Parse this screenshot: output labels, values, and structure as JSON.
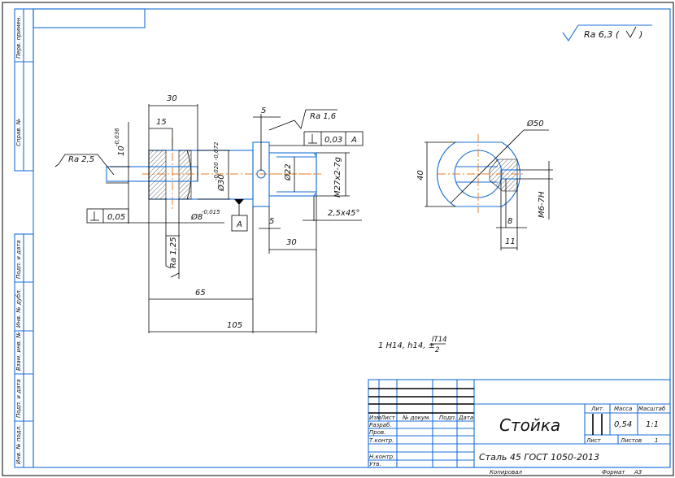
{
  "frame": {
    "side_labels": [
      "Перв. примен.",
      "Справ. №",
      "Подп. и дата",
      "Инв. № дубл.",
      "Взам. инв. №",
      "Подп. и дата",
      "Инв. № подл."
    ]
  },
  "roughness_general": {
    "text": "Ra 6,3 (",
    "tail": ")"
  },
  "main_view": {
    "dims": {
      "d30_top": "30",
      "d15": "15",
      "d5_top": "5",
      "ra16": "Ra 1,6",
      "tol_perp_top_value": "0,03",
      "tol_perp_top_datum": "A",
      "ra25": "Ra 2,5",
      "d10": "10",
      "d10_tol": "-0,036",
      "d30_dia": "Ø30",
      "d30_dia_tol": "-0,020 -0,072",
      "d22": "Ø22",
      "m27": "M27x2-7g",
      "tol_perp_left_value": "0,05",
      "d8": "Ø8",
      "d8_tol": "-0,015",
      "datum": "A",
      "d5_bottom": "5",
      "chamfer": "2,5x45°",
      "d30_bottom": "30",
      "ra125": "Ra 1,25",
      "d65": "65",
      "d105": "105"
    }
  },
  "side_view": {
    "dims": {
      "d50": "Ø50",
      "d40": "40",
      "m6": "M6-7H",
      "d8": "8",
      "d11": "11"
    }
  },
  "note": {
    "text": "1 H14, h14, ±",
    "num": "IT14",
    "den": "2"
  },
  "title_block": {
    "headers": [
      "Изм",
      "Лист",
      "№ докум.",
      "Подп.",
      "Дата"
    ],
    "roles": [
      "Разраб.",
      "Пров.",
      "Т.контр.",
      "",
      "Н.контр.",
      "Утв."
    ],
    "name": "Стойка",
    "material": "Сталь 45 ГОСТ 1050-2013",
    "lit_label": "Лит.",
    "mass_label": "Масса",
    "scale_label": "Масштаб",
    "mass": "0,54",
    "scale": "1:1",
    "sheet_label": "Лист",
    "sheets_label": "Листов",
    "sheets": "1",
    "copied": "Копировал",
    "format_label": "Формат",
    "format": "А3"
  }
}
